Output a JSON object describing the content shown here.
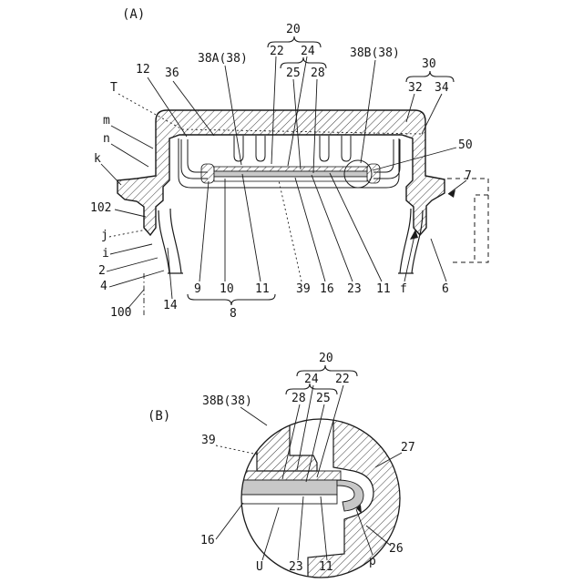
{
  "figure": {
    "view_a": {
      "tag": "(A)",
      "n20": "20",
      "n22": "22",
      "n24": "24",
      "n25": "25",
      "n28": "28",
      "n38a": "38A(38)",
      "n38b": "38B(38)",
      "n30": "30",
      "n32": "32",
      "n34": "34",
      "n12": "12",
      "n36": "36",
      "t": "T",
      "m": "m",
      "n": "n",
      "k": "k",
      "n102": "102",
      "j": "j",
      "i": "i",
      "n2": "2",
      "n4": "4",
      "n100": "100",
      "n50": "50",
      "n7": "7",
      "n14": "14",
      "n9": "9",
      "n10": "10",
      "n11a": "11",
      "n8": "8",
      "n39": "39",
      "n16": "16",
      "n23": "23",
      "n11b": "11",
      "f": "f",
      "n6": "6"
    },
    "view_b": {
      "tag": "(B)",
      "n20": "20",
      "n24": "24",
      "n22": "22",
      "n28": "28",
      "n25": "25",
      "n38b": "38B(38)",
      "n39": "39",
      "n27": "27",
      "n16": "16",
      "n26": "26",
      "u": "U",
      "n23": "23",
      "n11": "11",
      "p": "p"
    },
    "colors": {
      "ink": "#1a1a1a",
      "gray_layer": "#c8c8c8",
      "background": "#ffffff"
    }
  }
}
